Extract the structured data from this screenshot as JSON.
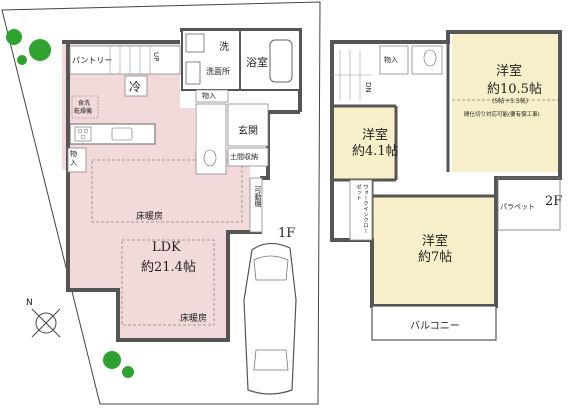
{
  "floor1": {
    "label": "1F",
    "ldk": {
      "name": "LDK",
      "size": "約21.4帖"
    },
    "floor_heat_1": "床暖房",
    "floor_heat_2": "床暖房",
    "pantry": "パントリー",
    "fridge": "冷",
    "washer": "洗",
    "washroom": "洗面所",
    "bath": "浴室",
    "storage_in": "物入",
    "storage_kitchen": "物入",
    "entrance": "玄関",
    "shoe_storage": "土間収納",
    "movable_shelf": "可動棚",
    "stair_up": "UP",
    "dishwasher": "食洗",
    "dishwasher2": "乾燥機"
  },
  "floor2": {
    "label": "2F",
    "west_room": {
      "name": "洋室",
      "size": "約4.1帖"
    },
    "north_room": {
      "name": "洋室",
      "size": "約10.5帖",
      "note": "(5帖＋5.5帖)",
      "note2": "間仕切り対応可能(要有償工事)"
    },
    "south_room": {
      "name": "洋室",
      "size": "約7帖"
    },
    "walk_in": "ウォークインクローゼット",
    "storage": "物入",
    "parapet": "パラペット",
    "balcony": "バルコニー",
    "stair_dn": "DN"
  },
  "compass": {
    "label": "N"
  },
  "colors": {
    "ldk": "#f2d9da",
    "room": "#f6efc9",
    "wall": "#555555",
    "tree": "#2fa32f"
  }
}
